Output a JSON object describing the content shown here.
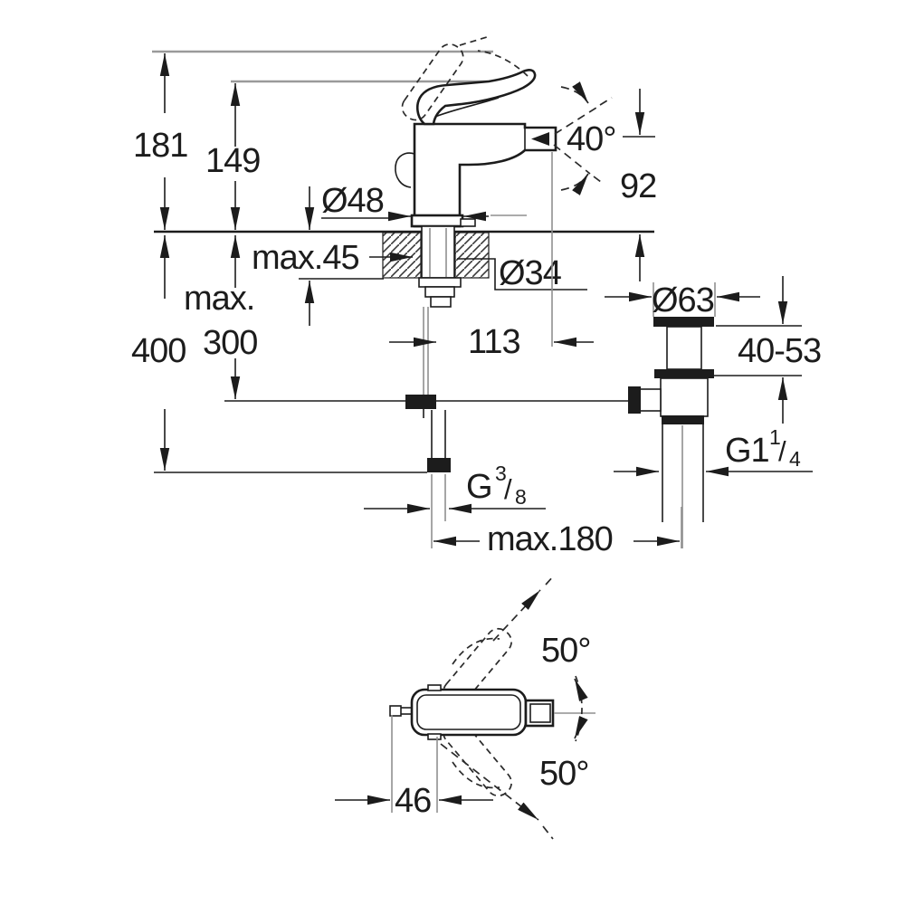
{
  "labels": {
    "h181": "181",
    "h149": "149",
    "v400": "400",
    "max300a": "max.",
    "max300b": "300",
    "max45": "max.45",
    "dia48": "Ø48",
    "dia34": "Ø34",
    "r113": "113",
    "h92": "92",
    "ang40": "40°",
    "dia63": "Ø63",
    "r4053": "40-53",
    "g114": {
      "base": "G1",
      "sup": "1",
      "slash": "/",
      "sub": "4"
    },
    "g38": {
      "base": "G",
      "sup": "3",
      "slash": "/",
      "sub": "8"
    },
    "max180": "max.180",
    "ang50top": "50°",
    "ang50bottom": "50°",
    "w46": "46"
  }
}
